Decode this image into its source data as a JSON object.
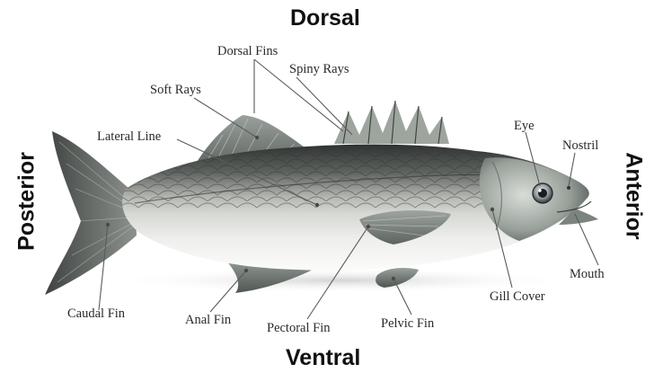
{
  "orientation": {
    "dorsal": "Dorsal",
    "ventral": "Ventral",
    "posterior": "Posterior",
    "anterior": "Anterior"
  },
  "labels": {
    "dorsal_fins": "Dorsal Fins",
    "spiny_rays": "Spiny Rays",
    "soft_rays": "Soft Rays",
    "lateral_line": "Lateral Line",
    "eye": "Eye",
    "nostril": "Nostril",
    "mouth": "Mouth",
    "gill_cover": "Gill Cover",
    "pelvic_fin": "Pelvic Fin",
    "pectoral_fin": "Pectoral Fin",
    "anal_fin": "Anal Fin",
    "caudal_fin": "Caudal Fin"
  },
  "colors": {
    "body_top": "#3a3d3b",
    "body_mid": "#a9aca6",
    "belly": "#f4f5f2",
    "fin": "#6e7570",
    "label_text": "#2a2a2a",
    "leader_line": "#5b5b5b"
  }
}
